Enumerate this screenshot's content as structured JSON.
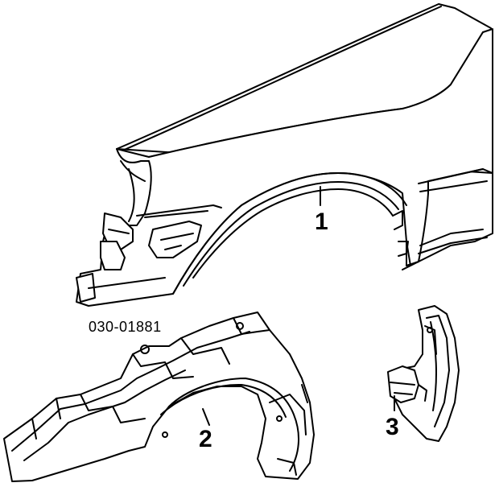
{
  "diagram": {
    "part_code": "030-01881",
    "callouts": [
      {
        "id": "1",
        "label": "1"
      },
      {
        "id": "2",
        "label": "2"
      },
      {
        "id": "3",
        "label": "3"
      }
    ],
    "line_color": "#000000",
    "background": "#ffffff"
  }
}
